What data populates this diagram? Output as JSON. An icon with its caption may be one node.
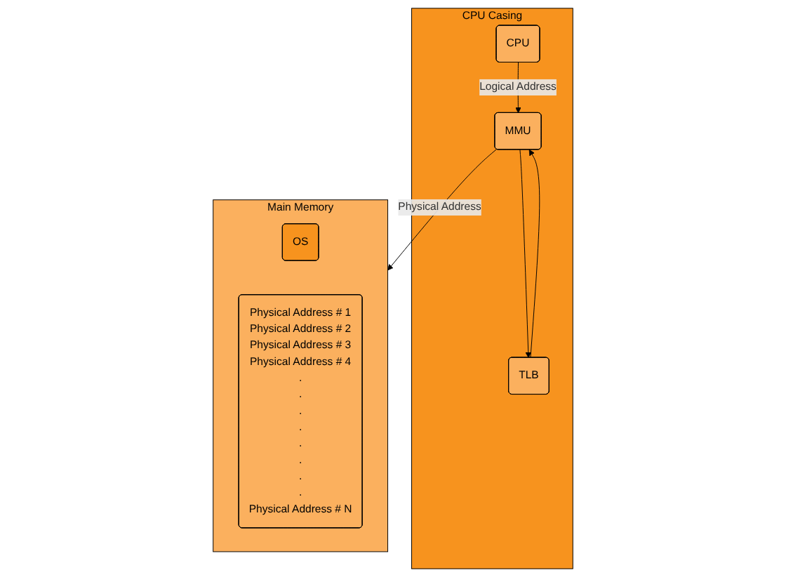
{
  "diagram": {
    "nodes": [
      {
        "text": [
          "CPU Casing"
        ]
      },
      {
        "text": [
          "CPU"
        ],
        "in": 0
      },
      {
        "text": [
          "TLB"
        ],
        "in": 0
      },
      {
        "text": [
          "MMU"
        ],
        "in": 0
      },
      {
        "text": [
          "Main Memory"
        ]
      },
      {
        "text": [
          "OS"
        ],
        "in": 4
      },
      {
        "text": [
          "Physical Address # 1",
          "Physical Address # 2",
          "Physical Address # 3",
          "Physical Address # 4",
          ".",
          ".",
          ".",
          ".",
          ".",
          ".",
          ".",
          ".",
          "Physical Address # N"
        ],
        "in": 4
      }
    ],
    "edges": [
      {
        "from": 1,
        "to": 3,
        "arrow": "to",
        "label": "Logical Address"
      },
      {
        "from": 2,
        "to": 3,
        "arrow": "to"
      },
      {
        "from": 3,
        "to": 2,
        "arrow": "to"
      },
      {
        "from": 3,
        "to": 4,
        "arrow": "to",
        "label": "Physical Address"
      }
    ]
  }
}
